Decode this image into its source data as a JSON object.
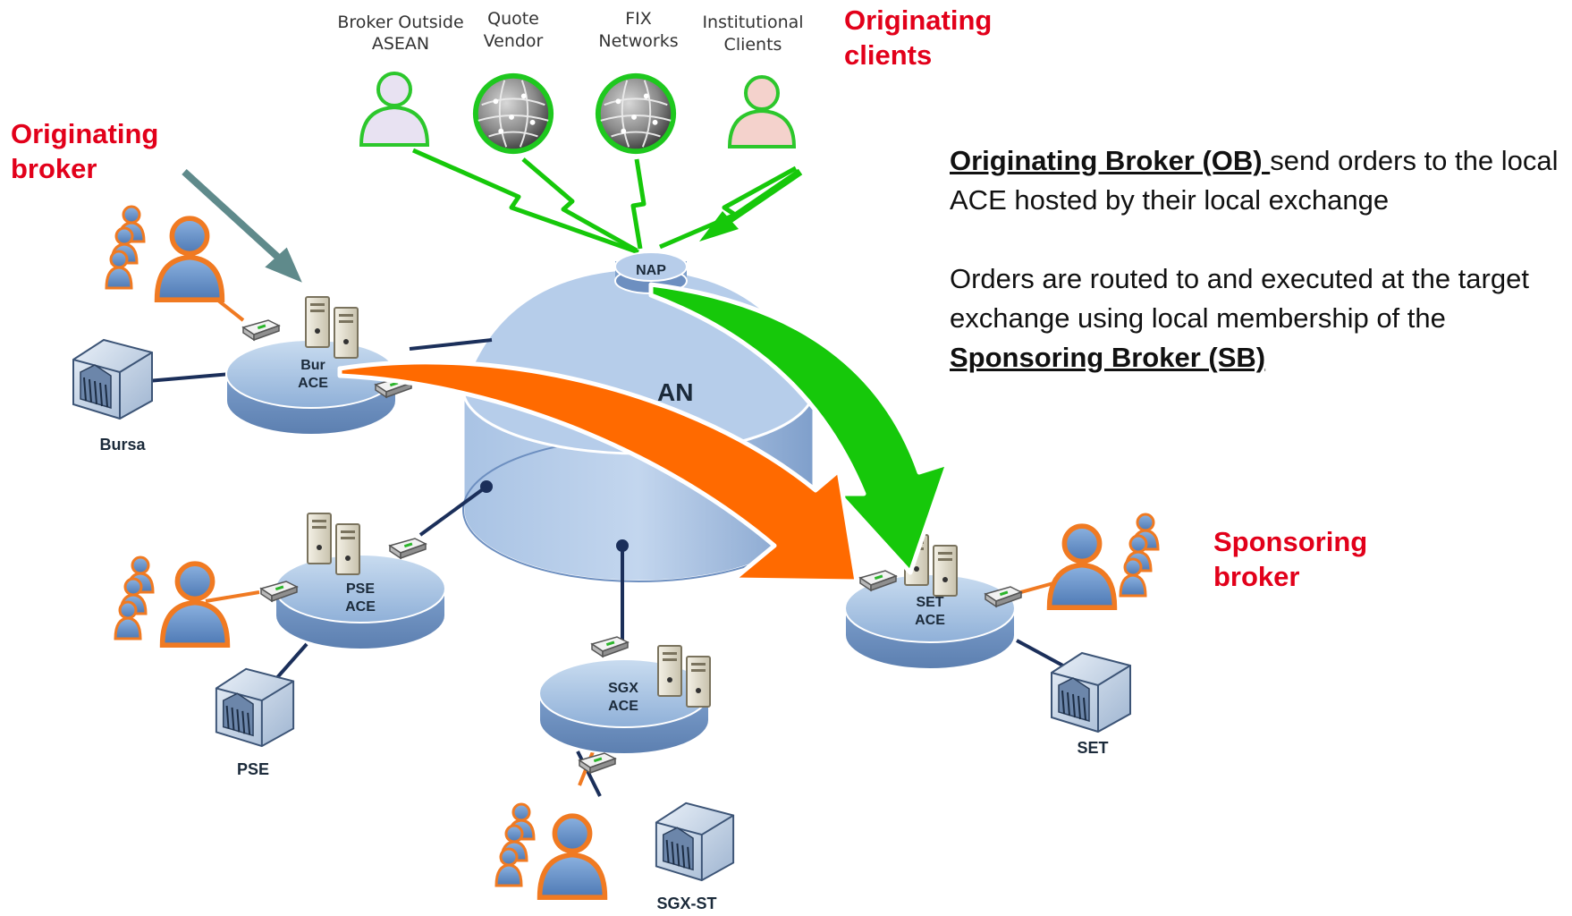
{
  "originating_clients": {
    "broker_outside": [
      "Broker Outside",
      "ASEAN"
    ],
    "quote_vendor": [
      "Quote",
      "Vendor"
    ],
    "fix_networks": [
      "FIX",
      "Networks"
    ],
    "institutional_clients": [
      "Institutional",
      "Clients"
    ]
  },
  "labels": {
    "originating_clients": [
      "Originating",
      "clients"
    ],
    "originating_broker": [
      "Originating",
      "broker"
    ],
    "sponsoring_broker": [
      "Sponsoring",
      "broker"
    ]
  },
  "core": {
    "nap": "NAP",
    "asean_fragment": "AN"
  },
  "nodes": {
    "bursa_ace": [
      "Bur",
      "ACE"
    ],
    "pse_ace": [
      "PSE",
      "ACE"
    ],
    "sgx_ace": [
      "SGX",
      "ACE"
    ],
    "set_ace": [
      "SET",
      "ACE"
    ]
  },
  "exchanges": {
    "bursa": "Bursa",
    "pse": "PSE",
    "sgx": "SGX-ST",
    "set": "SET"
  },
  "description": {
    "p1_bold": "Originating Broker (OB) ",
    "p1_rest": "send orders to the local ACE hosted by their local exchange",
    "p2_start": "Orders are routed to and executed at the target exchange using local membership of the ",
    "p2_bold": "Sponsoring Broker (SB)"
  },
  "colors": {
    "orange_flow": "#ff6a00",
    "green_flow": "#16c80a",
    "originating_arrow": "#5f8a8b",
    "red_text": "#e2001a",
    "disc_blue": "#8fb0d8"
  }
}
